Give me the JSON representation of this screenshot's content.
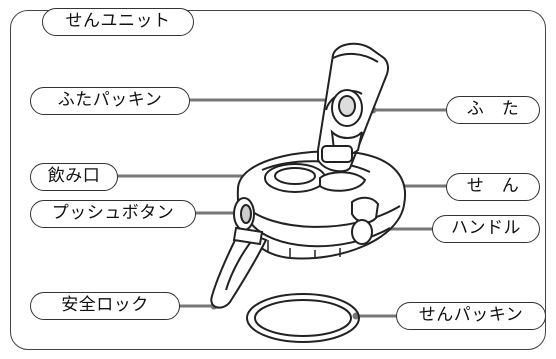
{
  "diagram": {
    "title": "せんユニット",
    "labels": {
      "futa_packing": "ふたパッキン",
      "futa": "ふ　た",
      "nomikuchi": "飲み口",
      "sen": "せ　ん",
      "push_button": "プッシュボタン",
      "handle": "ハンドル",
      "anzen_lock": "安全ロック",
      "sen_packing": "せんパッキン"
    }
  }
}
